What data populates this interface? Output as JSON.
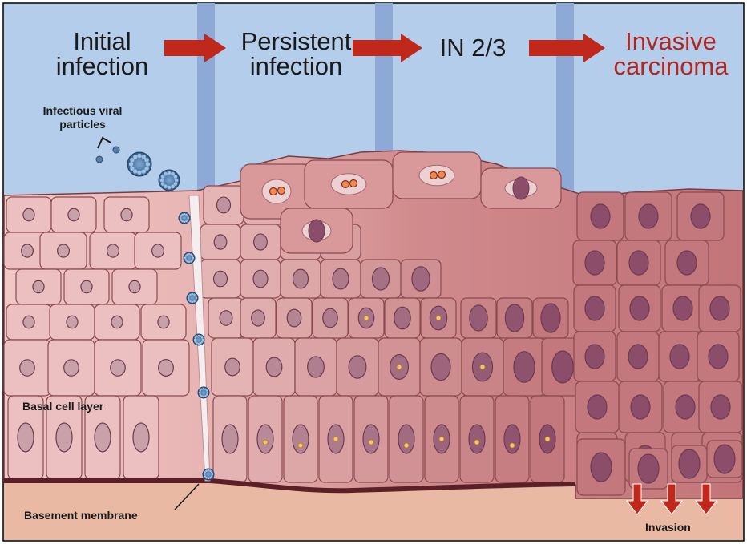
{
  "stages": [
    {
      "line1": "Initial",
      "line2": "infection"
    },
    {
      "line1": "Persistent",
      "line2": "infection"
    },
    {
      "line1": "IN 2/3",
      "line2": ""
    },
    {
      "line1": "Invasive",
      "line2": "carcinoma"
    }
  ],
  "labels": {
    "viral_particles_line1": "Infectious viral",
    "viral_particles_line2": "particles",
    "basal_layer": "Basal cell layer",
    "basement_membrane": "Basement membrane",
    "invasion": "Invasion"
  },
  "colors": {
    "sky": "#b4cdea",
    "divider": "#8fa9d6",
    "arrow": "#c0281c",
    "carcinoma_text": "#b3261e",
    "cell_light": "#ecc0c0",
    "cell_dark": "#c2787c",
    "nucleus_light": "#c9a1a8",
    "nucleus_dark": "#8c4d6a",
    "membrane": "#5b1f28",
    "stroma": "#e9b9a4",
    "virus": "#3f6ea0"
  }
}
